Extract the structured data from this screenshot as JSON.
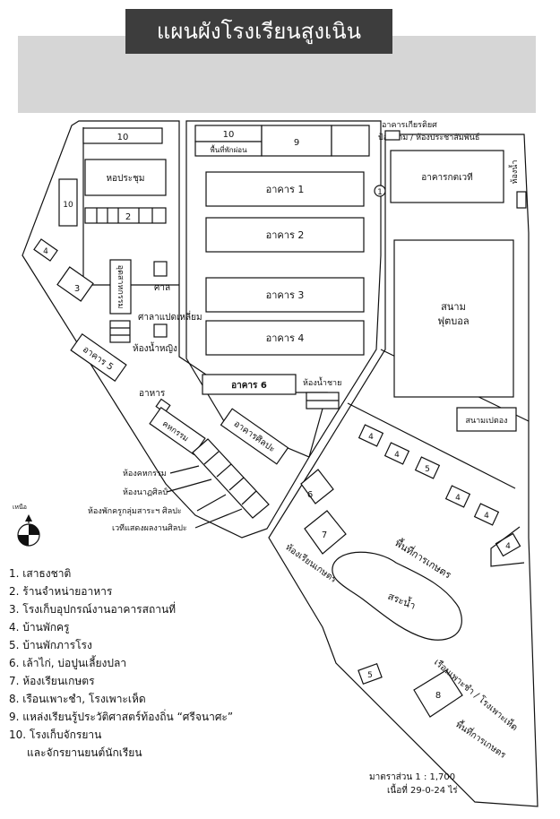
{
  "title": "แผนผังโรงเรียนสูงเนิน",
  "map": {
    "labels": {
      "hall": "หอประชุม",
      "n10_top": "10",
      "n10_left": "10",
      "n2": "2",
      "n4_left": "4",
      "n3": "3",
      "industrial": "อุตสาหกรรม",
      "sala": "ศาล",
      "sala8": "ศาลาแปดเหลี่ยม",
      "girls_wc": "ห้องน้ำหญิง",
      "bldg5": "อาคาร 5",
      "food": "อาหาร",
      "home_ec": "คหกรรม",
      "bldg1": "อาคาร 1",
      "bldg2": "อาคาร 2",
      "bldg3": "อาคาร 3",
      "bldg4": "อาคาร 4",
      "bldg6": "อาคาร 6",
      "boys_wc": "ห้องน้ำชาย",
      "art_bldg": "อาคารศิลปะ",
      "rest_num": "10",
      "rest_area": "พื้นที่พักผ่อน",
      "n9": "9",
      "kaset_bldg": "อาคารเกียรติยศ",
      "guard": "ป้อมยาม / ห้องประชาสัมพันธ์",
      "kot": "อาคารกตเวที",
      "wc_right": "ห้องน้ำ",
      "n1": "1",
      "field": "สนาม",
      "football": "ฟุตบอล",
      "petanque": "สนามเปตอง",
      "n4a": "4",
      "n4b": "4",
      "n5a": "5",
      "n4c": "4",
      "n4d": "4",
      "n4e": "4",
      "n6": "6",
      "n7": "7",
      "agri_class": "ห้องเรียนเกษตร",
      "agri_area1": "พื้นที่การเกษตร",
      "pond": "สระน้ำ",
      "n5b": "5",
      "n8": "8",
      "nursery": "เรือนเพาะชำ / โรงเพาะเห็ด",
      "agri_area2": "พื้นที่การเกษตร",
      "room_homeec": "ห้องคหกรรม",
      "room_dance": "ห้องนาฏศิลป์",
      "room_teachers": "ห้องพักครูกลุ่มสาระฯ ศิลปะ",
      "stage": "เวทีแสดงผลงานศิลปะ",
      "north": "เหนือ"
    }
  },
  "legend": [
    "1. เสาธงชาติ",
    "2. ร้านจำหน่ายอาหาร",
    "3. โรงเก็บอุปกรณ์งานอาคารสถานที่",
    "4. บ้านพักครู",
    "5. บ้านพักภารโรง",
    "6. เล้าไก่, บ่อปูนเลี้ยงปลา",
    "7. ห้องเรียนเกษตร",
    "8. เรือนเพาะชำ, โรงเพาะเห็ด",
    "9. แหล่งเรียนรู้ประวัติศาสตร์ท้องถิ่น “ศรีจนาศะ”",
    "10. โรงเก็บจักรยาน",
    "และจักรยานยนต์นักเรียน"
  ],
  "scale": {
    "ratio": "มาตราส่วน  1 : 1,700",
    "area": "เนื้อที่  29-0-24 ไร่"
  }
}
